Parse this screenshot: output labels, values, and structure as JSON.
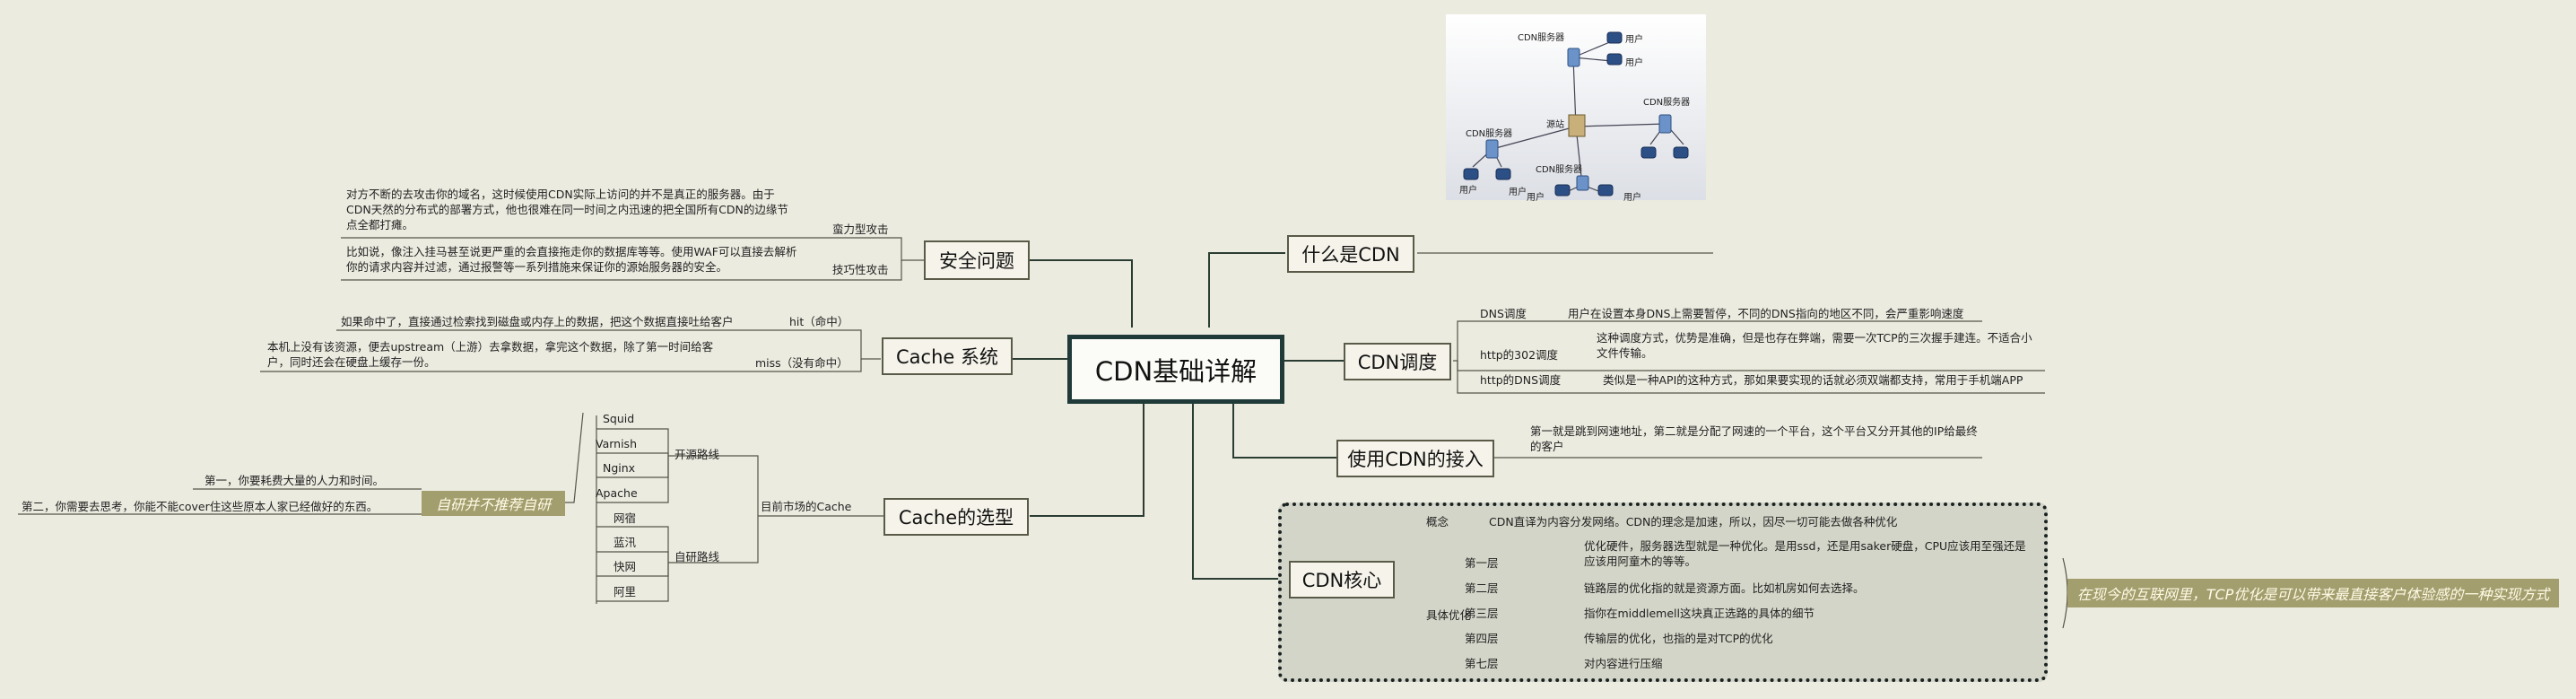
{
  "central": "CDN基础详解",
  "topics": {
    "what": "什么是CDN",
    "security": "安全问题",
    "cache_system": "Cache 系统",
    "cache_select": "Cache的选型",
    "schedule": "CDN调度",
    "access": "使用CDN的接入",
    "core": "CDN核心"
  },
  "diagram": {
    "server_label": "CDN服务器",
    "user_label": "用户",
    "origin_label": "源站"
  },
  "security": {
    "attack1_label": "蛮力型攻击",
    "attack1_text": "对方不断的去攻击你的域名，这时候使用CDN实际上访问的并不是真正的服务器。由于CDN天然的分布式的部署方式，他也很难在同一时间之内迅速的把全国所有CDN的边缘节点全都打瘫。",
    "attack2_label": "技巧性攻击",
    "attack2_text": "比如说，像注入挂马甚至说更严重的会直接拖走你的数据库等等。使用WAF可以直接去解析你的请求内容并过滤，通过报警等一系列措施来保证你的源始服务器的安全。"
  },
  "cache_system": {
    "hit_label": "hit（命中）",
    "hit_text": "如果命中了，直接通过检索找到磁盘或内存上的数据，把这个数据直接吐给客户",
    "miss_label": "miss（没有命中）",
    "miss_text": "本机上没有该资源，便去upstream（上游）去拿数据，拿完这个数据，除了第一时间给客户，同时还会在硬盘上缓存一份。"
  },
  "cache_select": {
    "market_label": "目前市场的Cache",
    "open_label": "开源路线",
    "open_items": [
      "Squid",
      "Varnish",
      "Nginx",
      "Apache"
    ],
    "self_label": "自研路线",
    "self_items": [
      "网宿",
      "蓝汛",
      "快网",
      "阿里"
    ],
    "callout": "自研并不推荐自研",
    "reason1": "第一，你要耗费大量的人力和时间。",
    "reason2": "第二，你需要去思考，你能不能cover住这些原本人家已经做好的东西。"
  },
  "schedule": {
    "rows": [
      {
        "label": "DNS调度",
        "text": "用户在设置本身DNS上需要暂停，不同的DNS指向的地区不同，会严重影响速度"
      },
      {
        "label": "http的302调度",
        "text": "这种调度方式，优势是准确，但是也存在弊端，需要一次TCP的三次握手建连。不适合小文件传输。"
      },
      {
        "label": "http的DNS调度",
        "text": "类似是一种API的这种方式，那如果要实现的话就必须双端都支持，常用于手机端APP"
      }
    ]
  },
  "access": {
    "text": "第一就是跳到网速地址，第二就是分配了网速的一个平台，这个平台又分开其他的IP给最终的客户"
  },
  "core": {
    "concept_label": "概念",
    "concept_text": "CDN直译为内容分发网络。CDN的理念是加速，所以，因尽一切可能去做各种优化",
    "detail_label": "具体优化",
    "layers": [
      {
        "label": "第一层",
        "text": "优化硬件，服务器选型就是一种优化。是用ssd，还是用saker硬盘，CPU应该用至强还是应该用阿童木的等等。"
      },
      {
        "label": "第二层",
        "text": "链路层的优化指的就是资源方面。比如机房如何去选择。"
      },
      {
        "label": "第三层",
        "text": "指你在middlemell这块真正选路的具体的细节"
      },
      {
        "label": "第四层",
        "text": "传输层的优化，也指的是对TCP的优化"
      },
      {
        "label": "第七层",
        "text": "对内容进行压缩"
      }
    ],
    "callout": "在现今的互联网里，TCP优化是可以带来最直接客户体验感的一种实现方式"
  }
}
